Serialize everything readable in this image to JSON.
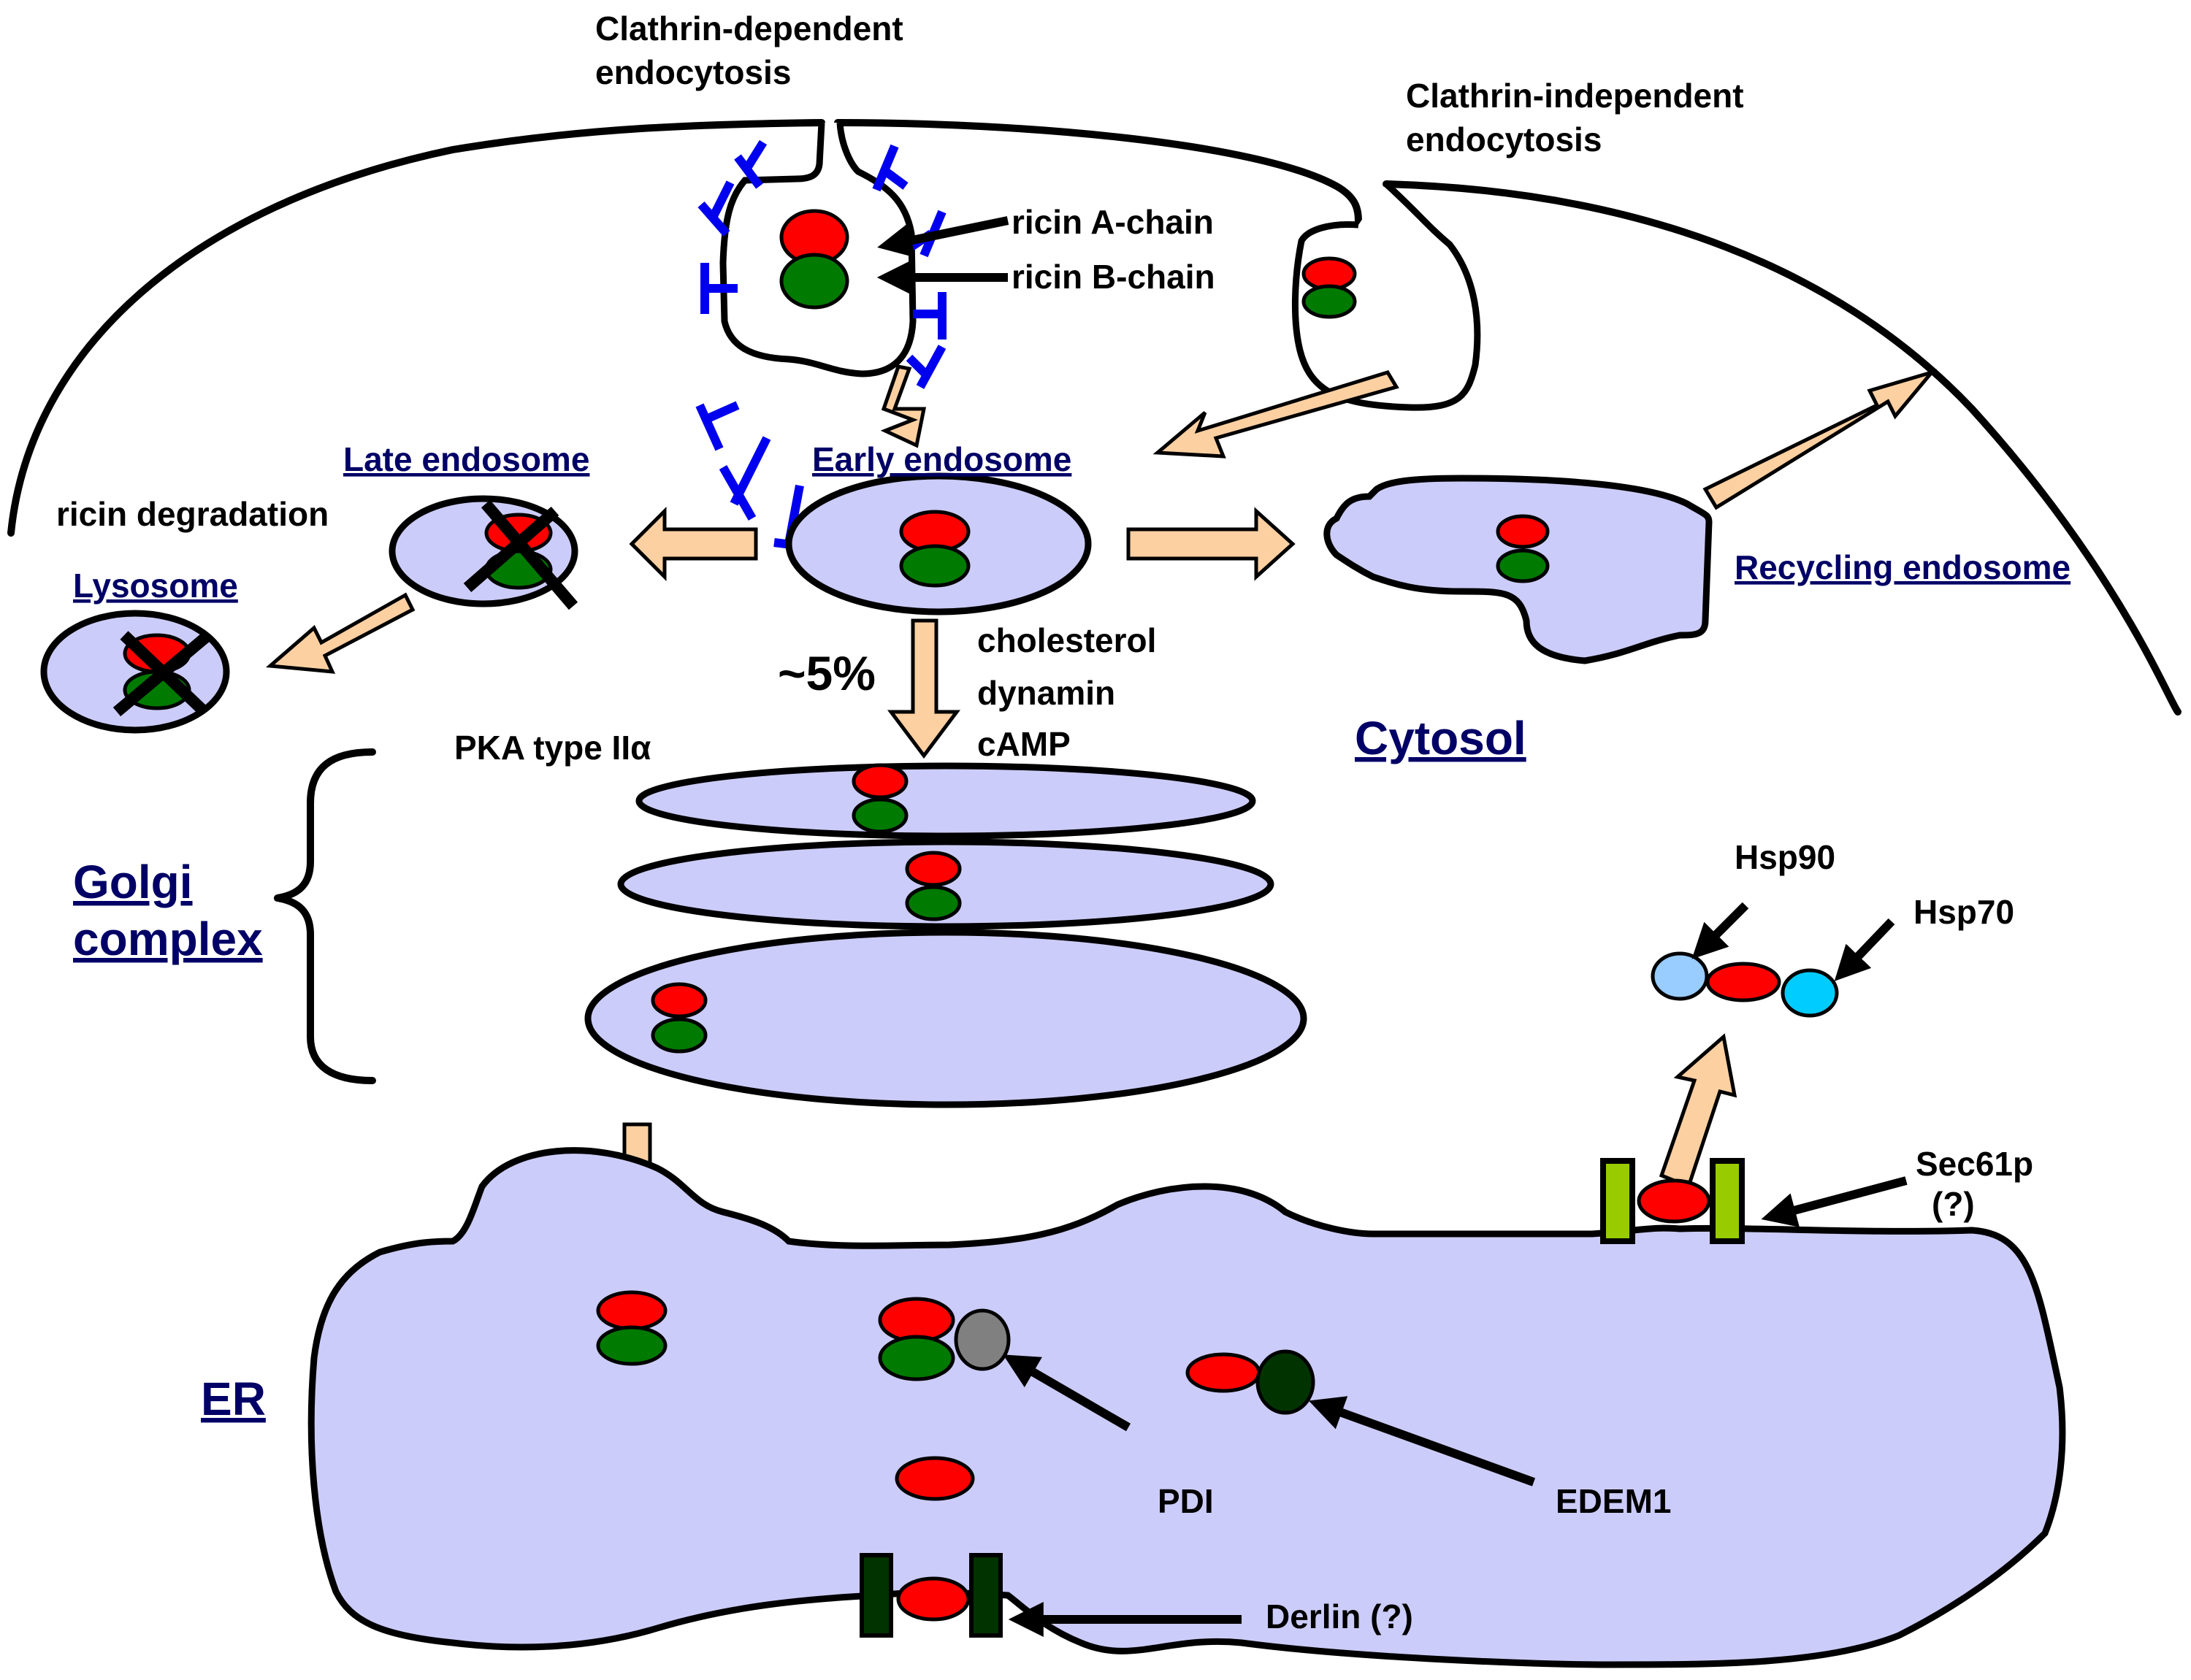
{
  "colors": {
    "ricin_a_chain": "#ff0000",
    "ricin_b_chain": "#007a00",
    "organelle_fill": "#ccccfa",
    "flow_arrow": "#fdd0a2",
    "clathrin": "#0000ee",
    "pdi": "#808080",
    "edem1": "#003300",
    "hsp90": "#99ccff",
    "hsp70": "#00ccff",
    "sec61p": "#99cc00",
    "derlin": "#003300",
    "title_text": "#000066"
  },
  "labels": {
    "clathrin_dependent": [
      "Clathrin-dependent",
      "endocytosis"
    ],
    "clathrin_independent": [
      "Clathrin-independent",
      "endocytosis"
    ],
    "ricin_a_chain": "ricin A-chain",
    "ricin_b_chain": "ricin B-chain",
    "early_endosome": "Early endosome",
    "late_endosome": "Late endosome",
    "lysosome": "Lysosome",
    "recycling_endosome": "Recycling endosome",
    "ricin_degradation": "ricin degradation",
    "percent_to_golgi": "~5%",
    "golgi_factors": [
      "cholesterol",
      "dynamin",
      "cAMP"
    ],
    "pka": "PKA type IIα",
    "cytosol": "Cytosol",
    "golgi_complex": [
      "Golgi",
      "complex"
    ],
    "er": "ER",
    "pdi": "PDI",
    "edem1": "EDEM1",
    "derlin": "Derlin (?)",
    "sec61p": [
      "Sec61p",
      "(?)"
    ],
    "hsp90": "Hsp90",
    "hsp70": "Hsp70"
  }
}
